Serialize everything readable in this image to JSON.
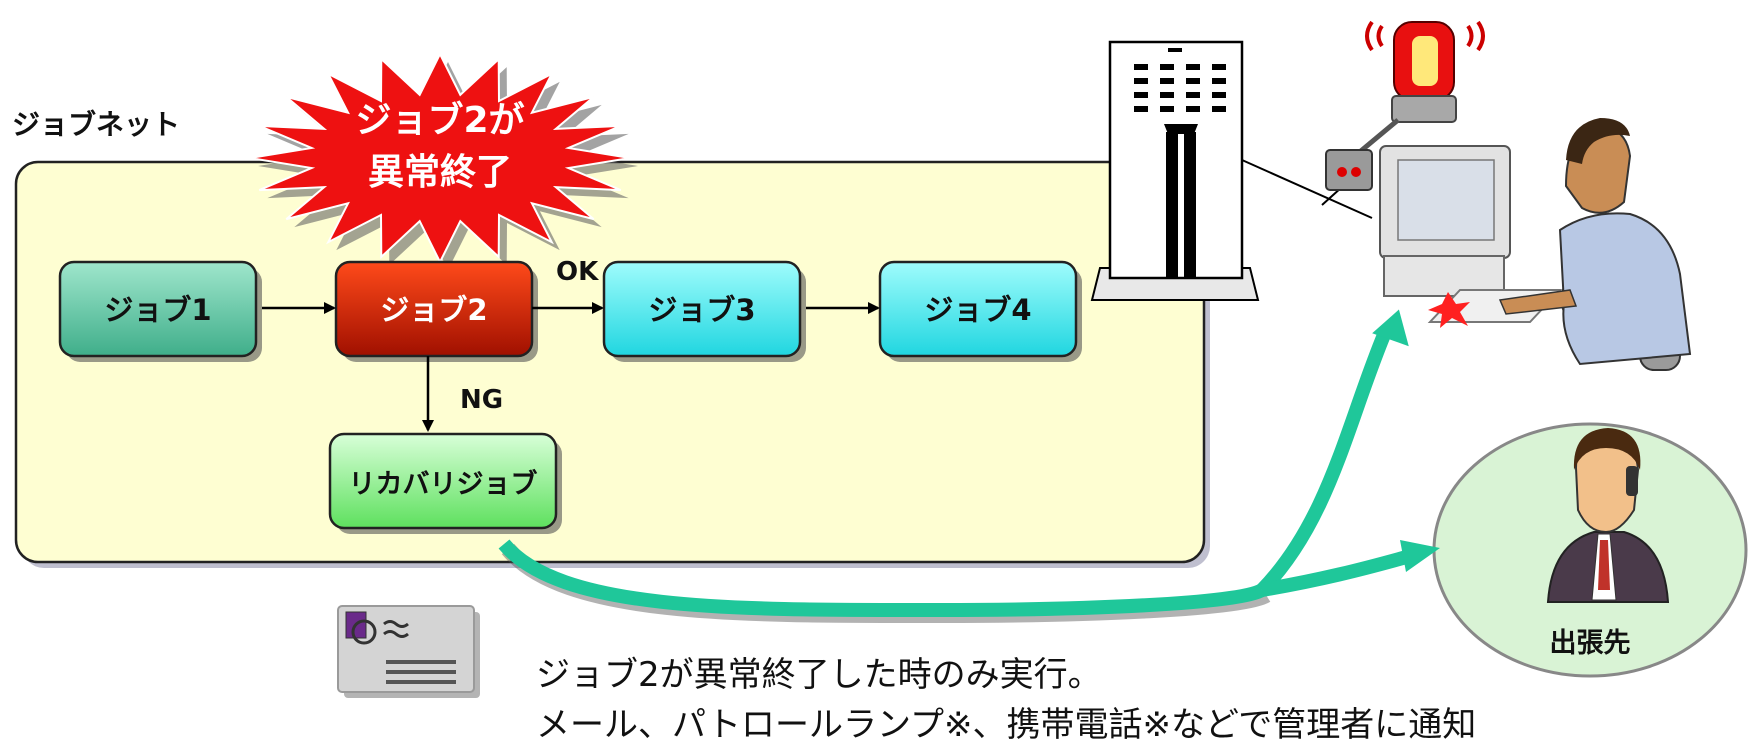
{
  "network": {
    "title": "ジョブネット"
  },
  "burst": {
    "line1": "ジョブ2が",
    "line2": "異常終了"
  },
  "jobs": [
    {
      "label": "ジョブ1",
      "color": "#6fd0b0"
    },
    {
      "label": "ジョブ2",
      "color": "#d0200a"
    },
    {
      "label": "ジョブ3",
      "color": "#55f0f0"
    },
    {
      "label": "ジョブ4",
      "color": "#55f0f0"
    }
  ],
  "recovery": {
    "label": "リカバリジョブ",
    "color": "#9cf59c"
  },
  "edges": {
    "ok": "OK",
    "ng": "NG"
  },
  "destination": {
    "label": "出張先"
  },
  "caption": {
    "line1": "ジョブ2が異常終了した時のみ実行。",
    "line2": "メール、パトロールランプ※、携帯電話※などで管理者に通知"
  },
  "colors": {
    "panel": "#fefed2",
    "notify_arrow": "#1fc79a",
    "burst": "#ee1111",
    "circle": "#d9f3d5"
  }
}
